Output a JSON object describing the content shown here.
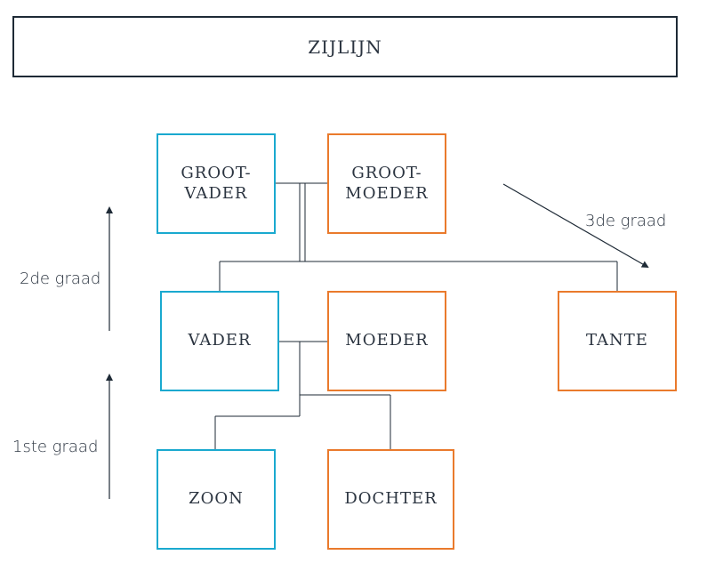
{
  "title": "ZIJLIJN",
  "nodes": {
    "grootvader": "GROOT-\nVADER",
    "grootmoeder": "GROOT-\nMOEDER",
    "vader": "VADER",
    "moeder": "MOEDER",
    "tante": "TANTE",
    "zoon": "ZOON",
    "dochter": "DOCHTER"
  },
  "labels": {
    "second_degree": "2de graad",
    "first_degree": "1ste graad",
    "third_degree": "3de graad"
  },
  "colors": {
    "male": "#1aa9cf",
    "female": "#ea7a2c",
    "line": "#1e2a36"
  }
}
